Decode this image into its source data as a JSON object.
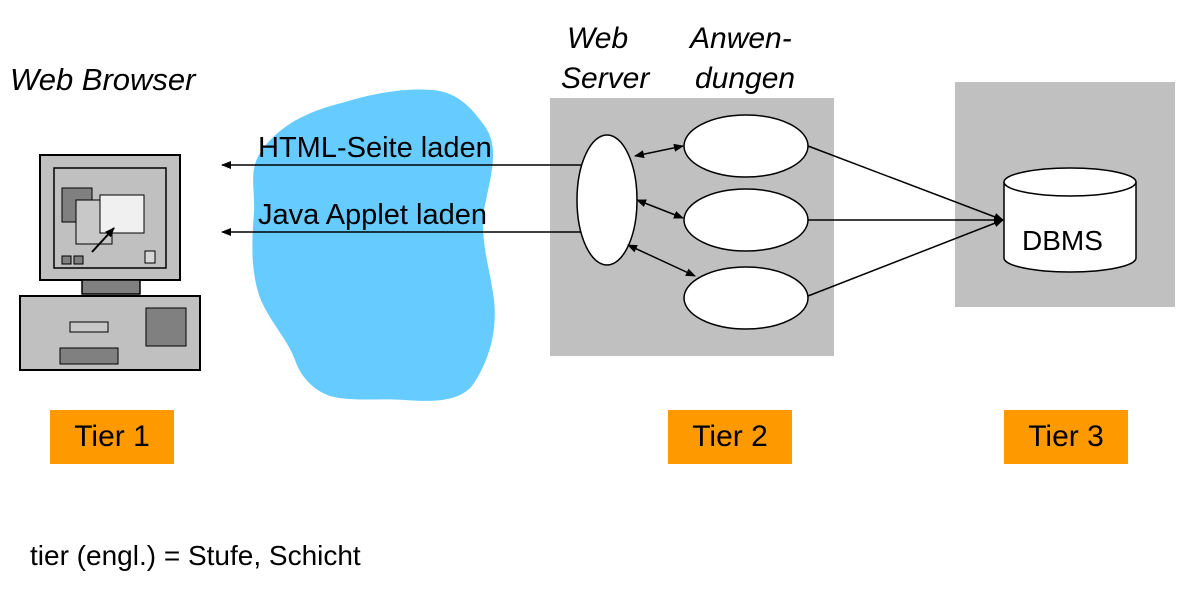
{
  "labels": {
    "web_browser": "Web Browser",
    "web_server_line1": "Web",
    "web_server_line2": "Server",
    "apps_line1": "Anwen-",
    "apps_line2": "dungen",
    "html_load": "HTML-Seite laden",
    "applet_load": "Java Applet laden",
    "dbms": "DBMS"
  },
  "tiers": [
    "Tier 1",
    "Tier 2",
    "Tier 3"
  ],
  "footnote": "tier (engl.) = Stufe, Schicht",
  "colors": {
    "tier_box": "#FF9900",
    "server_panel": "#C0C0C0",
    "network_cloud": "#66CCFF",
    "computer_body": "#C0C0C0",
    "computer_dark": "#808080"
  },
  "icons": {
    "client": "computer-icon",
    "network": "cloud-icon",
    "database": "database-cylinder-icon"
  }
}
